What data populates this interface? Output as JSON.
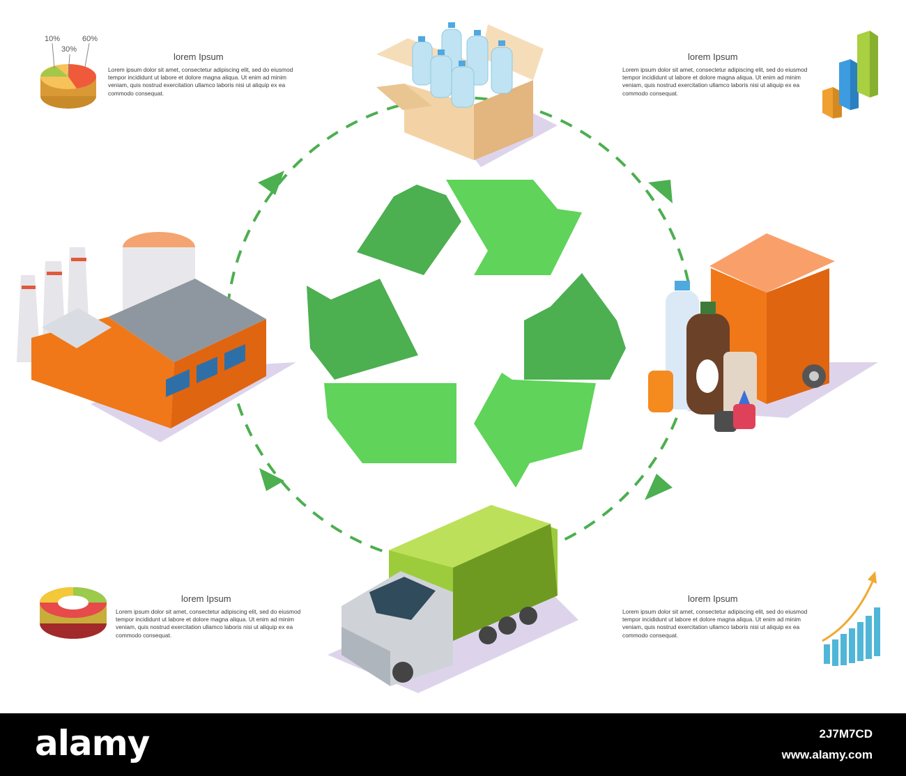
{
  "panels": [
    {
      "title": "lorem Ipsum",
      "body": "Lorem ipsum dolor sit amet, consectetur adipiscing elit, sed do eiusmod tempor incididunt ut labore et dolore magna aliqua. Ut enim ad minim veniam, quis nostrud exercitation ullamco laboris nisi ut aliquip ex ea commodo consequat."
    },
    {
      "title": "lorem Ipsum",
      "body": "Lorem ipsum dolor sit amet, consectetur adipiscing elit, sed do eiusmod tempor incididunt ut labore et dolore magna aliqua. Ut enim ad minim veniam, quis nostrud exercitation ullamco laboris nisi ut aliquip ex ea commodo consequat."
    },
    {
      "title": "lorem Ipsum",
      "body": "Lorem ipsum dolor sit amet, consectetur adipiscing elit, sed do eiusmod tempor incididunt ut labore et dolore magna aliqua. Ut enim ad minim veniam, quis nostrud exercitation ullamco laboris nisi ut aliquip ex ea commodo consequat."
    },
    {
      "title": "lorem Ipsum",
      "body": "Lorem ipsum dolor sit amet, consectetur adipiscing elit, sed do eiusmod tempor incididunt ut labore et dolore magna aliqua. Ut enim ad minim veniam, quis nostrud exercitation ullamco laboris nisi ut aliquip ex ea commodo consequat."
    }
  ],
  "pie_labels": [
    "10%",
    "30%",
    "60%"
  ],
  "footer": {
    "logo": "alamy",
    "image_id": "2J7M7CD",
    "url": "www.alamy.com"
  },
  "colors": {
    "recycle_dark": "#4caf50",
    "recycle_light": "#5fd35a",
    "arrow": "#4caf50",
    "truck": "#9ccc3c",
    "bin": "#f07818",
    "factory": "#f07818"
  },
  "icons": [
    "recycle-icon",
    "bottles-box-icon",
    "waste-bin-icon",
    "garbage-truck-icon",
    "factory-icon",
    "pie-chart-icon",
    "bar-chart-icon",
    "donut-chart-icon",
    "growth-chart-icon"
  ]
}
